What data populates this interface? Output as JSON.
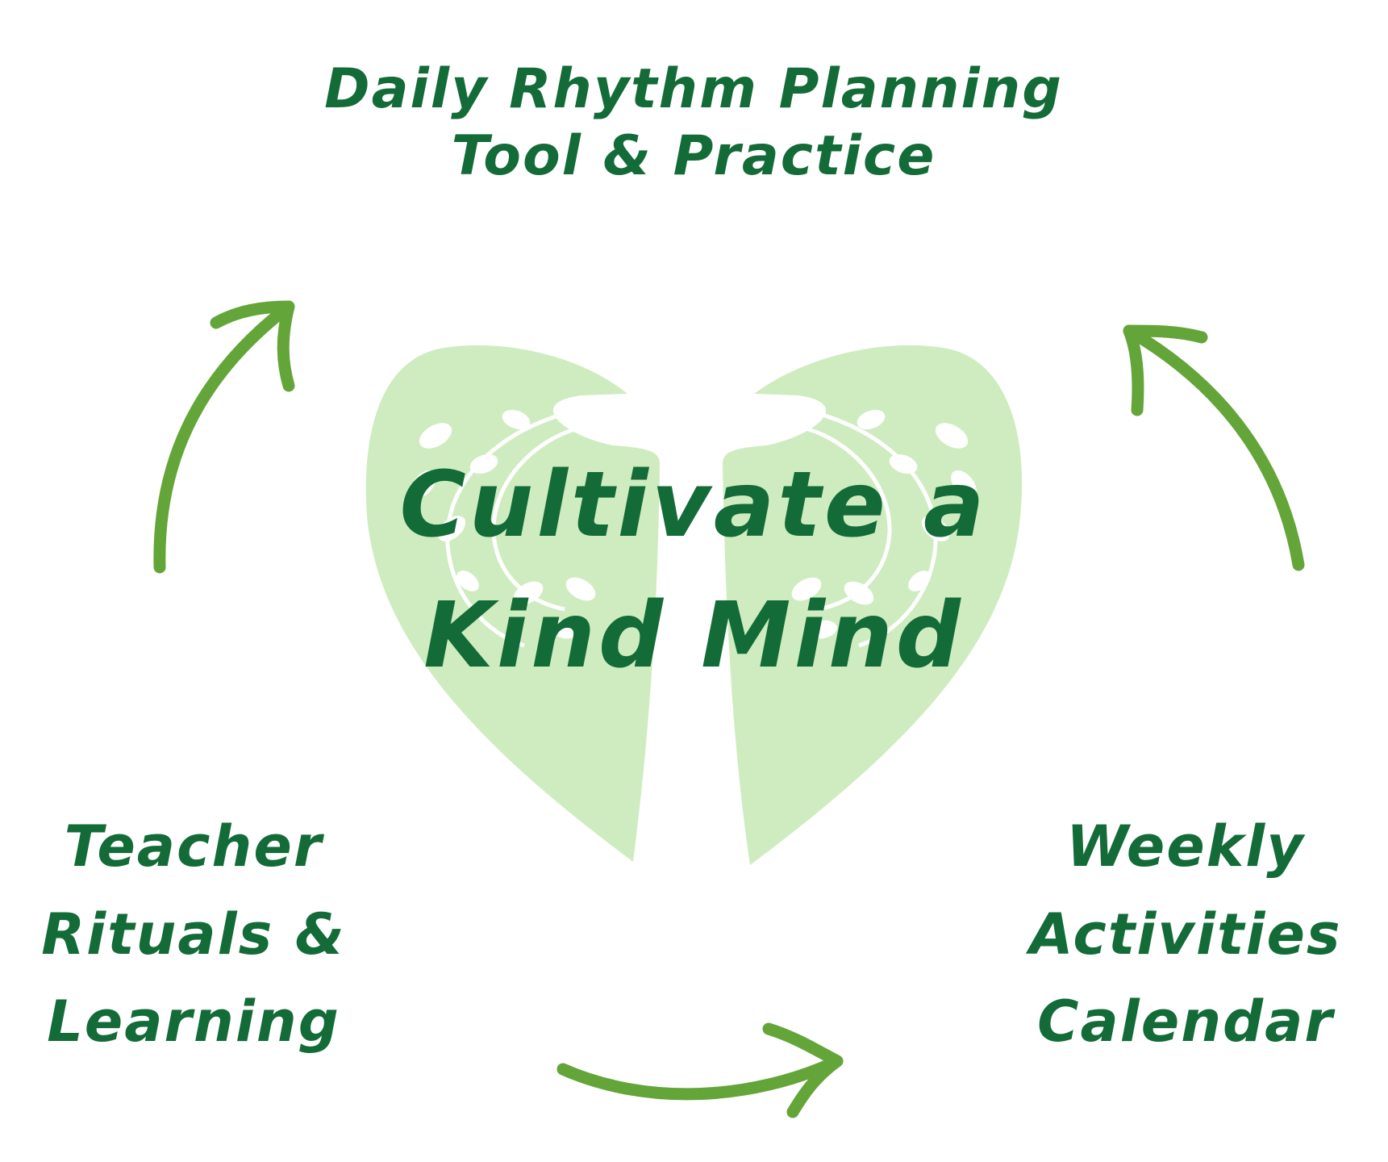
{
  "colors": {
    "heart_fill": "#cfecc0",
    "heart_pattern": "#ffffff",
    "text": "#136b38",
    "arrow": "#64a539",
    "background": "#ffffff"
  },
  "center": {
    "line1": "Cultivate a",
    "line2": "Kind Mind"
  },
  "nodes": {
    "top": {
      "line1": "Daily Rhythm Planning",
      "line2": "Tool & Practice"
    },
    "right": {
      "line1": "Weekly",
      "line2": "Activities",
      "line3": "Calendar"
    },
    "left": {
      "line1": "Teacher",
      "line2": "Rituals &",
      "line3": "Learning"
    }
  },
  "arrows": {
    "left_to_top": "curved-arrow-up-right",
    "right_to_top": "curved-arrow-up-left",
    "bottom_to_right": "curved-arrow-right"
  }
}
